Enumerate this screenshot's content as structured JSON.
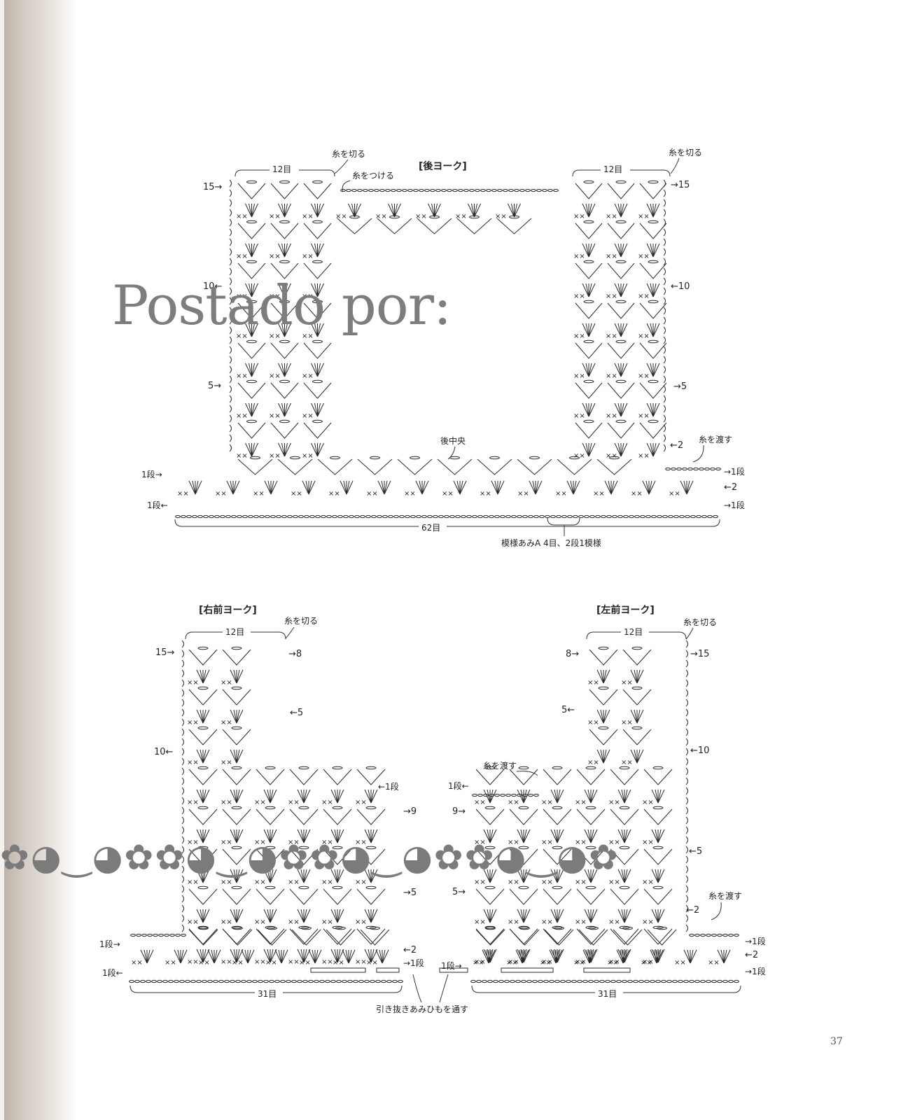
{
  "page_number": "37",
  "watermark_text": "Postado por:",
  "kaomoji_strip": "✿◕‿◕✿✿◕‿◕✿✿◕‿◕✿✿◕‿◕✿",
  "back_yoke": {
    "title": "[後ヨーク]",
    "cut_yarn_left": "糸を切る",
    "cut_yarn_right": "糸を切る",
    "attach_yarn": "糸をつける",
    "count_left": "12目",
    "count_right": "12目",
    "row_15_left": "15→",
    "row_15_right": "→15",
    "row_10_left": "10←",
    "row_10_right": "←10",
    "row_5_left": "5→",
    "row_5_right": "→5",
    "row_2_right": "←2",
    "carry_yarn": "糸を渡す",
    "center_back": "後中央",
    "row_1_top_left": "1段→",
    "row_1_top_right": "→1段",
    "row_2_bottom_right": "←2",
    "row_1_bottom_left": "1段←",
    "row_1_bottom_right": "→1段",
    "stitch_count": "62目",
    "pattern_note": "模様あみA 4目、2段1模様"
  },
  "right_front_yoke": {
    "title": "[右前ヨーク]",
    "cut_yarn": "糸を切る",
    "count_top": "12目",
    "row_15_left": "15→",
    "row_8_right": "→8",
    "row_5_upper_right": "←5",
    "row_10_left": "10←",
    "row_1_mid_right": "←1段",
    "row_9_right": "→9",
    "row_5_right": "→5",
    "row_1_top_left": "1段→",
    "row_2_right": "←2",
    "row_1_bottom_left": "1段←",
    "row_1_bottom_right": "→1段",
    "stitch_count": "31目"
  },
  "left_front_yoke": {
    "title": "[左前ヨーク]",
    "cut_yarn": "糸を切る",
    "count_top": "12目",
    "row_8_left": "8→",
    "row_15_right": "→15",
    "row_5_upper_left": "5←",
    "row_10_right": "←10",
    "carry_yarn_mid": "糸を渡す",
    "row_1_mid_left": "1段←",
    "row_9_left": "9→",
    "row_5_right": "←5",
    "row_5_left": "5→",
    "carry_yarn_low": "糸を渡す",
    "row_2_mid": "←2",
    "row_1_top_right": "→1段",
    "row_2_right": "←2",
    "row_1_bottom_left": "1段→",
    "row_1_bottom_right": "→1段",
    "stitch_count": "31目"
  },
  "drawstring_note": "引き抜きあみひもを通す",
  "colors": {
    "ink": "#2a2a2a",
    "watermark": "#7d7d7d",
    "gutter_shadow": "#b9aea4"
  }
}
